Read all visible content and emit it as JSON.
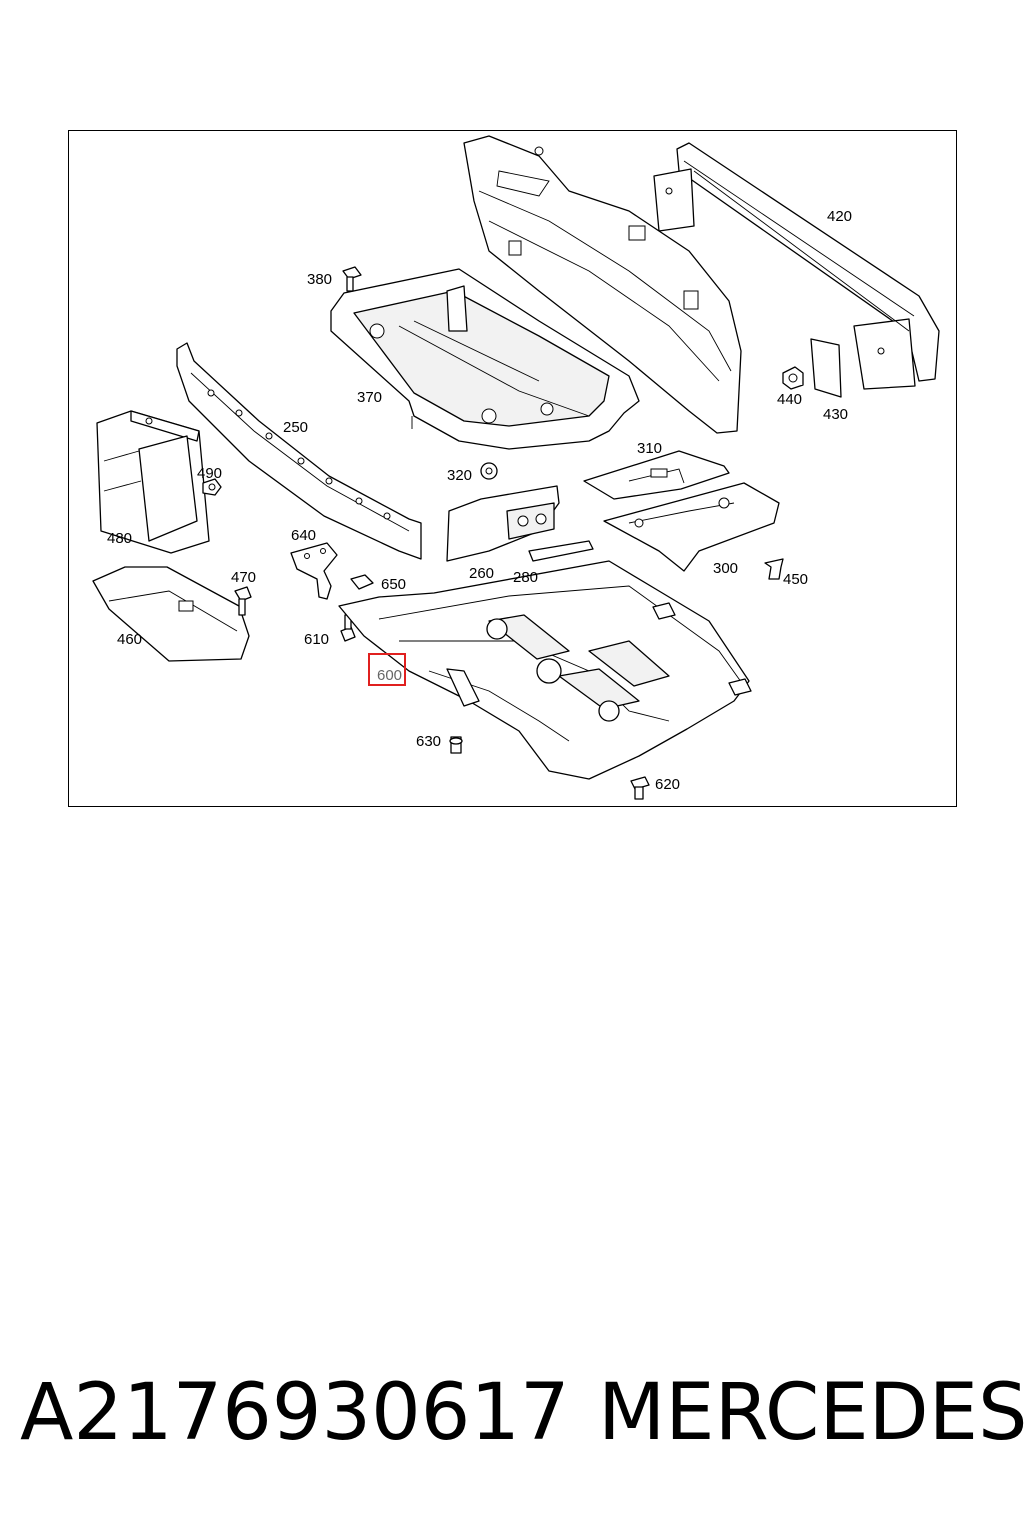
{
  "diagram": {
    "callouts": [
      {
        "id": "250",
        "label": "250"
      },
      {
        "id": "260",
        "label": "260"
      },
      {
        "id": "280",
        "label": "280"
      },
      {
        "id": "300",
        "label": "300"
      },
      {
        "id": "310",
        "label": "310"
      },
      {
        "id": "320",
        "label": "320"
      },
      {
        "id": "370",
        "label": "370"
      },
      {
        "id": "380",
        "label": "380"
      },
      {
        "id": "420",
        "label": "420"
      },
      {
        "id": "430",
        "label": "430"
      },
      {
        "id": "440",
        "label": "440"
      },
      {
        "id": "450",
        "label": "450"
      },
      {
        "id": "460",
        "label": "460"
      },
      {
        "id": "470",
        "label": "470"
      },
      {
        "id": "480",
        "label": "480"
      },
      {
        "id": "490",
        "label": "490"
      },
      {
        "id": "600",
        "label": "600",
        "highlighted": true
      },
      {
        "id": "610",
        "label": "610"
      },
      {
        "id": "620",
        "label": "620"
      },
      {
        "id": "630",
        "label": "630"
      },
      {
        "id": "640",
        "label": "640"
      },
      {
        "id": "650",
        "label": "650"
      }
    ],
    "highlight_color": "#e0201f"
  },
  "footer": {
    "part_number": "A2176930617",
    "brand": "MERCEDES"
  }
}
